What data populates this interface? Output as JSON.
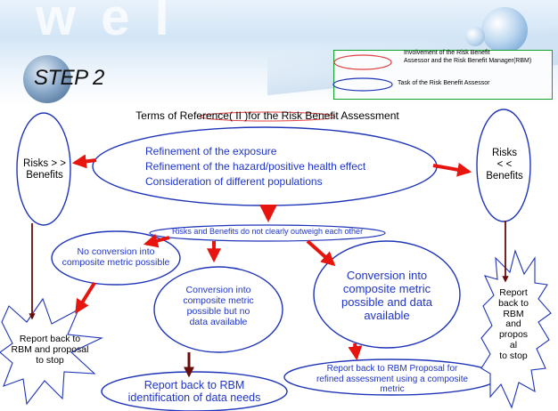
{
  "step": {
    "label": "STEP 2"
  },
  "watermark": "w e l",
  "legend": {
    "involvement": "Involvement of the Risk Benefit\nAssessor and the Risk Benefit Manager(RBM)",
    "task": "Task of the Risk Benefit Assessor"
  },
  "terms": "Terms of Reference( II )for the Risk Benefit Assessment",
  "refinement": {
    "line1": "Refinement of the exposure",
    "line2": "Refinement of the hazard/positive health effect",
    "line3": "Consideration of different populations"
  },
  "left_oval": {
    "text": "Risks > >\nBenefits"
  },
  "right_oval": {
    "text": "Risks\n< <\nBenefits"
  },
  "outweigh": "Risks and Benefits do not clearly outweigh each other",
  "no_conversion": "No conversion into\ncomposite metric possible",
  "conv_no_data": "Conversion into\ncomposite metric\npossible but no\ndata available",
  "conv_data": "Conversion into\ncomposite metric\npossible and data\navailable",
  "report_stop_left": "Report back to\nRBM and proposal\nto stop",
  "report_stop_right": "Report\nback to\nRBM\nand\npropos\nal\nto stop",
  "report_data_needs": "Report back to RBM\nidentification of data needs",
  "report_refined": "Report back to RBM Proposal for\nrefined assessment using a composite\nmetric",
  "colors": {
    "blue_text": "#1f35c9",
    "oval_stroke": "#1f35b8",
    "red_oval": "#e04040",
    "arrow_red": "#e8140e",
    "arrow_dark": "#8a1010",
    "legend_border": "#12a12a"
  }
}
